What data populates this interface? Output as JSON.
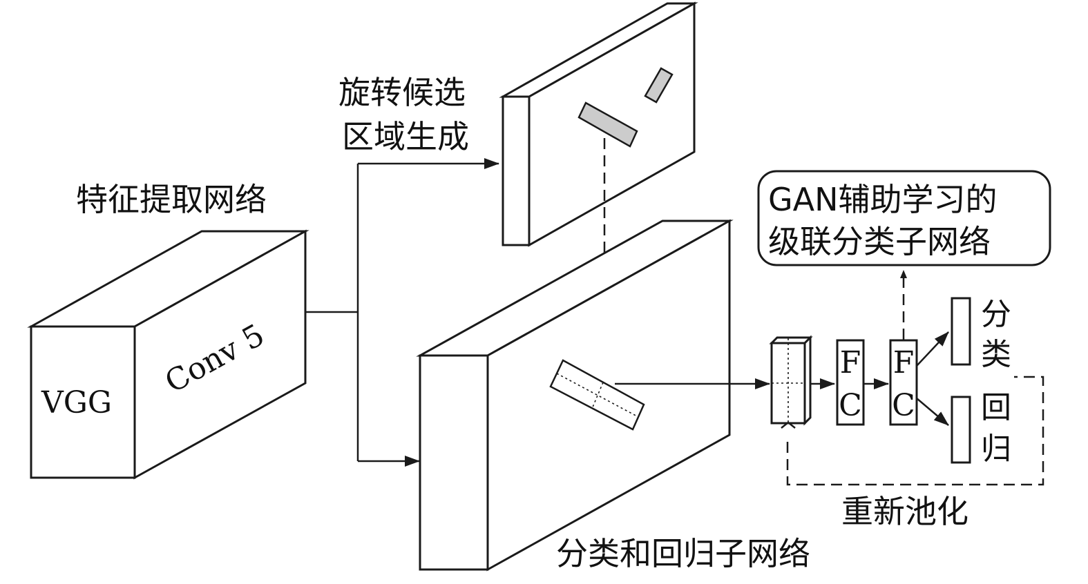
{
  "labels": {
    "feature_network": "特征提取网络",
    "vgg": "VGG",
    "conv5": "Conv 5",
    "rpn_line1": "旋转候选",
    "rpn_line2": "区域生成",
    "gan_line1": "GAN辅助学习的",
    "gan_line2": "级联分类子网络",
    "fc1_f": "F",
    "fc1_c": "C",
    "fc2_f": "F",
    "fc2_c": "C",
    "cls_1": "分",
    "cls_2": "类",
    "reg_1": "回",
    "reg_2": "归",
    "repool": "重新池化",
    "cls_reg_network": "分类和回归子网络"
  },
  "colors": {
    "line": "#1a1a1a",
    "proposal_fill": "#cccccc",
    "background": "#ffffff"
  }
}
